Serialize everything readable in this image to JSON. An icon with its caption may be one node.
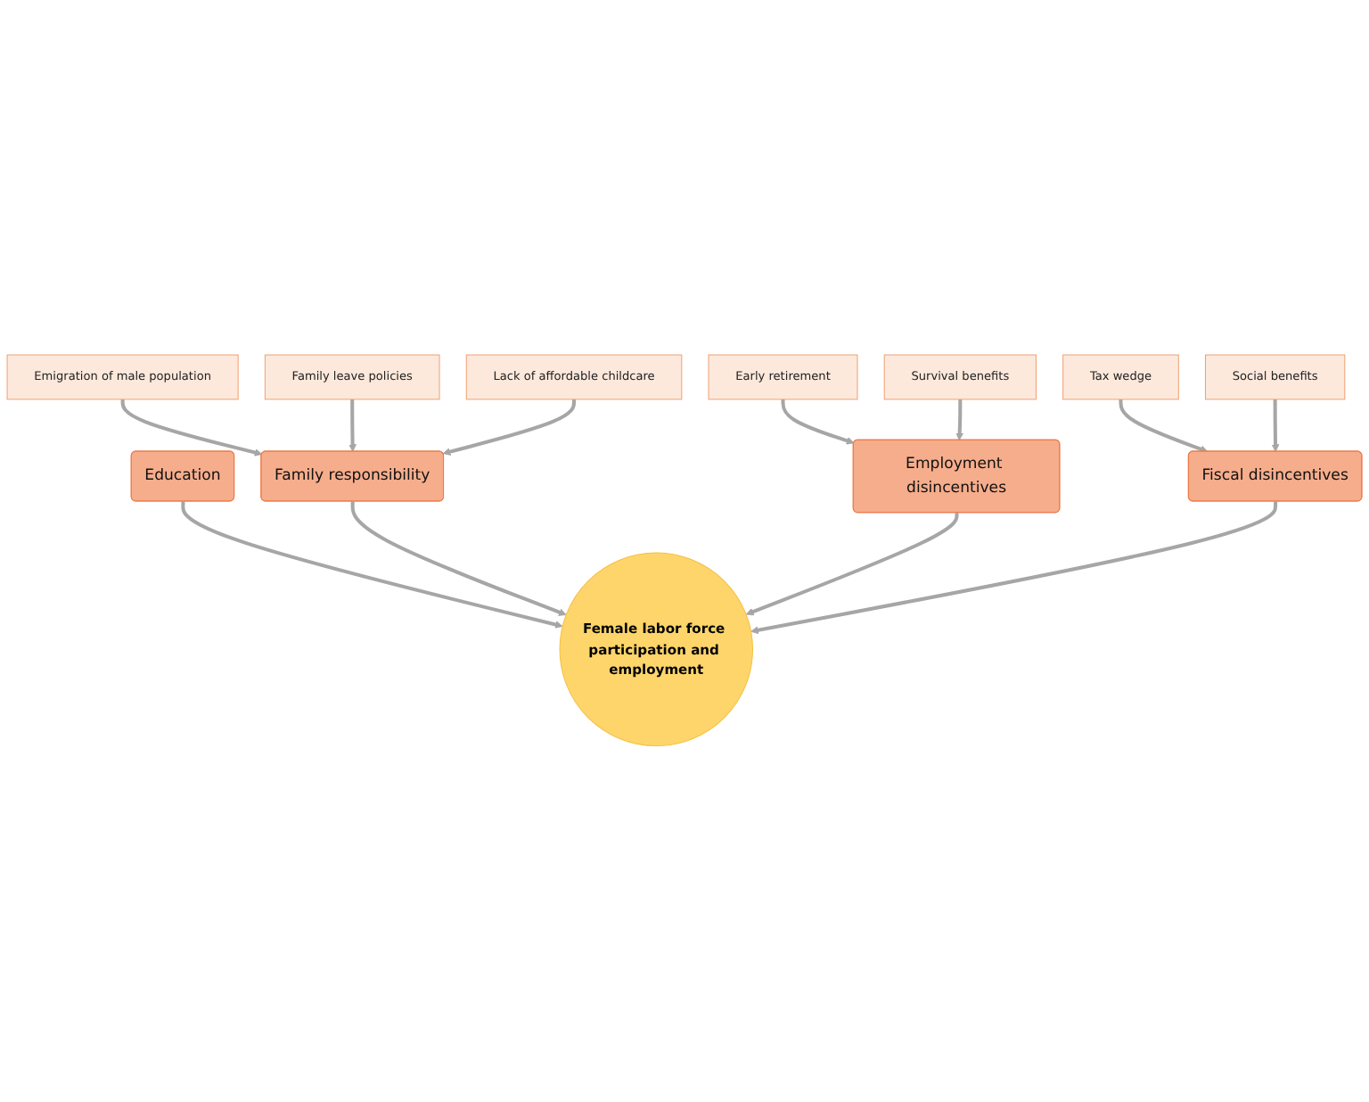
{
  "diagram": {
    "nodes": [
      {
        "text": [
          "Emigration of male population"
        ]
      },
      {
        "text": [
          "Family leave policies"
        ]
      },
      {
        "text": [
          "Lack of affordable childcare"
        ]
      },
      {
        "text": [
          "Education"
        ]
      },
      {
        "text": [
          "Family responsibility"
        ]
      },
      {
        "text": [
          "Female labor force participation and employment"
        ]
      },
      {
        "text": [
          "Employment disincentives"
        ]
      },
      {
        "text": [
          "Fiscal disincentives"
        ]
      },
      {
        "text": [
          "Early retirement"
        ]
      },
      {
        "text": [
          "Survival benefits"
        ]
      },
      {
        "text": [
          "Tax wedge"
        ]
      },
      {
        "text": [
          "Social benefits"
        ]
      }
    ],
    "edges": [
      {
        "from": 0,
        "to": 4,
        "arrow": "to"
      },
      {
        "from": 1,
        "to": 4,
        "arrow": "to"
      },
      {
        "from": 2,
        "to": 4,
        "arrow": "to"
      },
      {
        "from": 3,
        "to": 5,
        "arrow": "to"
      },
      {
        "from": 4,
        "to": 5,
        "arrow": "to"
      },
      {
        "from": 6,
        "to": 5,
        "arrow": "to"
      },
      {
        "from": 7,
        "to": 5,
        "arrow": "to"
      },
      {
        "from": 8,
        "to": 6,
        "arrow": "to"
      },
      {
        "from": 9,
        "to": 6,
        "arrow": "to"
      },
      {
        "from": 10,
        "to": 7,
        "arrow": "to"
      },
      {
        "from": 11,
        "to": 7,
        "arrow": "to"
      }
    ]
  }
}
